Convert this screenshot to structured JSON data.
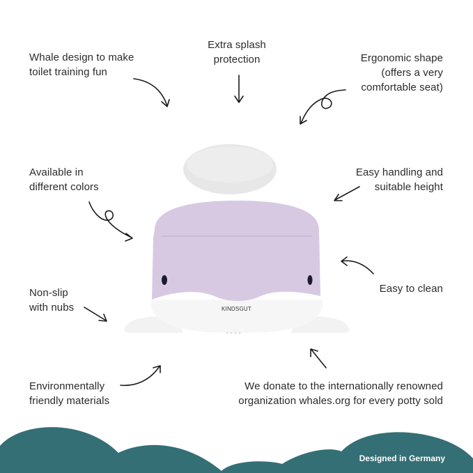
{
  "features": [
    {
      "id": "whale-design",
      "lines": [
        "Whale design to make",
        "toilet training fun"
      ]
    },
    {
      "id": "splash-protection",
      "lines": [
        "Extra splash",
        "protection"
      ]
    },
    {
      "id": "ergonomic-shape",
      "lines": [
        "Ergonomic shape",
        "(offers a very",
        "comfortable seat)"
      ]
    },
    {
      "id": "colors",
      "lines": [
        "Available in",
        "different colors"
      ]
    },
    {
      "id": "handling",
      "lines": [
        "Easy handling and",
        "suitable height"
      ]
    },
    {
      "id": "non-slip",
      "lines": [
        "Non-slip",
        "with nubs"
      ]
    },
    {
      "id": "easy-clean",
      "lines": [
        "Easy to clean"
      ]
    },
    {
      "id": "eco-materials",
      "lines": [
        "Environmentally",
        "friendly materials"
      ]
    },
    {
      "id": "donation",
      "lines": [
        "We donate to the internationally renowned",
        "organization whales.org for every potty sold"
      ]
    }
  ],
  "product": {
    "brand": "KINDSGUT",
    "body_color": "#d8c9e3",
    "base_color": "#f4f4f4",
    "lid_color": "#e6e6e6"
  },
  "footer": {
    "label": "Designed in Germany",
    "color": "#356f76"
  }
}
